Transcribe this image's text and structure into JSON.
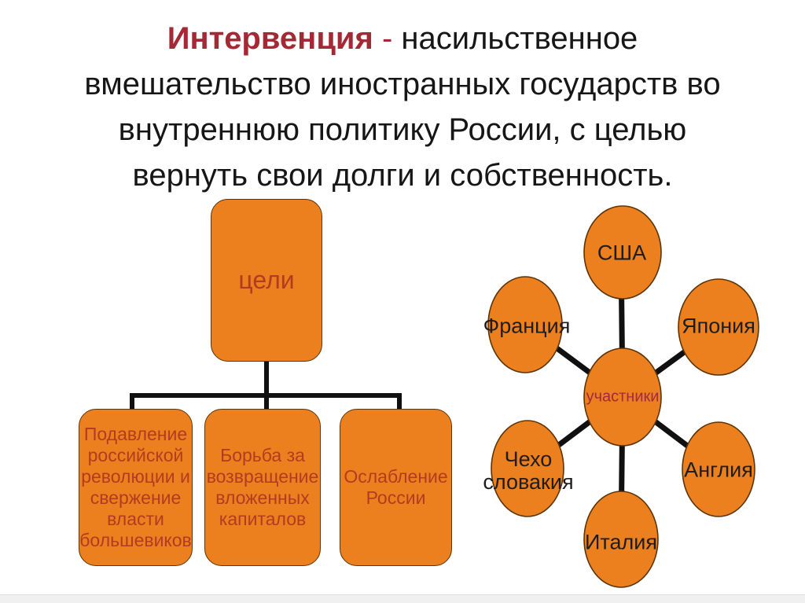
{
  "colors": {
    "orange": "#EC7F1E",
    "shape-border": "#5c3408",
    "term-red": "#a32a35",
    "title-black": "#161616",
    "box-text": "#b23c22",
    "node-text": "#1d1d1d",
    "center-text": "#a12940",
    "connector": "#101010"
  },
  "title": {
    "term": "Интервенция",
    "separator": " - ",
    "line1_rest": "насильственное",
    "line2": "вмешательство иностранных государств во",
    "line3": "внутреннюю политику России, с целью",
    "line4": "вернуть свои долги и собственность."
  },
  "goals_chart": {
    "root_label": "цели",
    "children": [
      {
        "label": "Подавление российской революции и свержение власти большевиков"
      },
      {
        "label": "Борьба за возвращение вложенных капиталов"
      },
      {
        "label": "Ослабление России"
      }
    ]
  },
  "participants_chart": {
    "center": "участники",
    "usa": "США",
    "france": "Франция",
    "japan": "Япония",
    "czech_line1": "Чехо",
    "czech_line2": "словакия",
    "england": "Англия",
    "italy": "Италия"
  }
}
